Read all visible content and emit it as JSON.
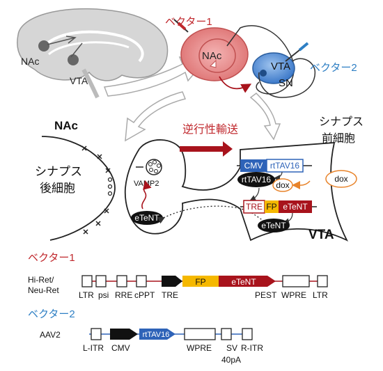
{
  "brain": {
    "nac": "NAc",
    "vta": "VTA"
  },
  "vector_labels": {
    "v1": "ベクター1",
    "v2": "ベクター2"
  },
  "circuit": {
    "nac": "NAc",
    "vta": "VTA",
    "sn": "SN"
  },
  "mid": {
    "nac_title": "NAc",
    "post_line1": "シナプス",
    "post_line2": "後細胞",
    "vamp2": "VAMP2",
    "etent_post": "eTeNT",
    "retro": "逆行性輸送",
    "pre_line1": "シナプス",
    "pre_line2": "前細胞",
    "vta_label": "VTA"
  },
  "presyn": {
    "cmv": "CMV",
    "rttav16_gene": "rtTAV16",
    "rttav16_prot": "rtTAV16",
    "dox_inner": "dox",
    "dox_outer": "dox",
    "tre": "TRE",
    "fp": "FP",
    "etent_gene": "eTeNT",
    "etent_prot": "eTeNT"
  },
  "vector1": {
    "title": "ベクター1",
    "name_line1": "Hi-Ret/",
    "name_line2": "Neu-Ret",
    "fp": "FP",
    "etent": "eTeNT",
    "labels": [
      "LTR",
      "psi",
      "RRE",
      "cPPT",
      "TRE",
      "PEST",
      "WPRE",
      "LTR"
    ]
  },
  "vector2": {
    "title": "ベクター2",
    "name": "AAV2",
    "rttav16": "rtTAV16",
    "labels": [
      "L-ITR",
      "CMV",
      "WPRE",
      "SV",
      "R-ITR"
    ],
    "sv_sub": "40pA"
  },
  "colors": {
    "red": "#c0282d",
    "blue": "#2e7fc4",
    "fp_yellow": "#f5b800",
    "etent_red": "#a8131c",
    "dox_orange": "#e8832a"
  }
}
